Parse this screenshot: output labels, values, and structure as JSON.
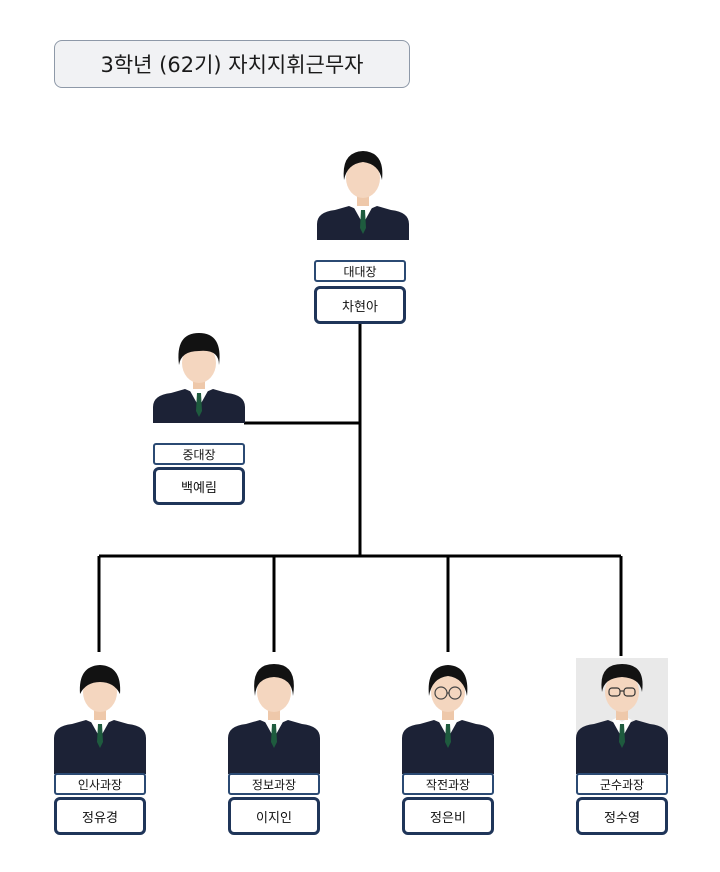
{
  "title": "3학년 (62기) 자치지휘근무자",
  "colors": {
    "line": "#000000",
    "uniform": "#1c2236",
    "border": "#1f3559"
  },
  "members": [
    {
      "role": "대대장",
      "name": "차현아",
      "icon": "student-photo"
    },
    {
      "role": "중대장",
      "name": "백예림",
      "icon": "student-photo"
    },
    {
      "role": "인사과장",
      "name": "정유경",
      "icon": "student-photo"
    },
    {
      "role": "정보과장",
      "name": "이지인",
      "icon": "student-photo"
    },
    {
      "role": "작전과장",
      "name": "정은비",
      "icon": "student-photo"
    },
    {
      "role": "군수과장",
      "name": "정수영",
      "icon": "student-photo"
    }
  ]
}
